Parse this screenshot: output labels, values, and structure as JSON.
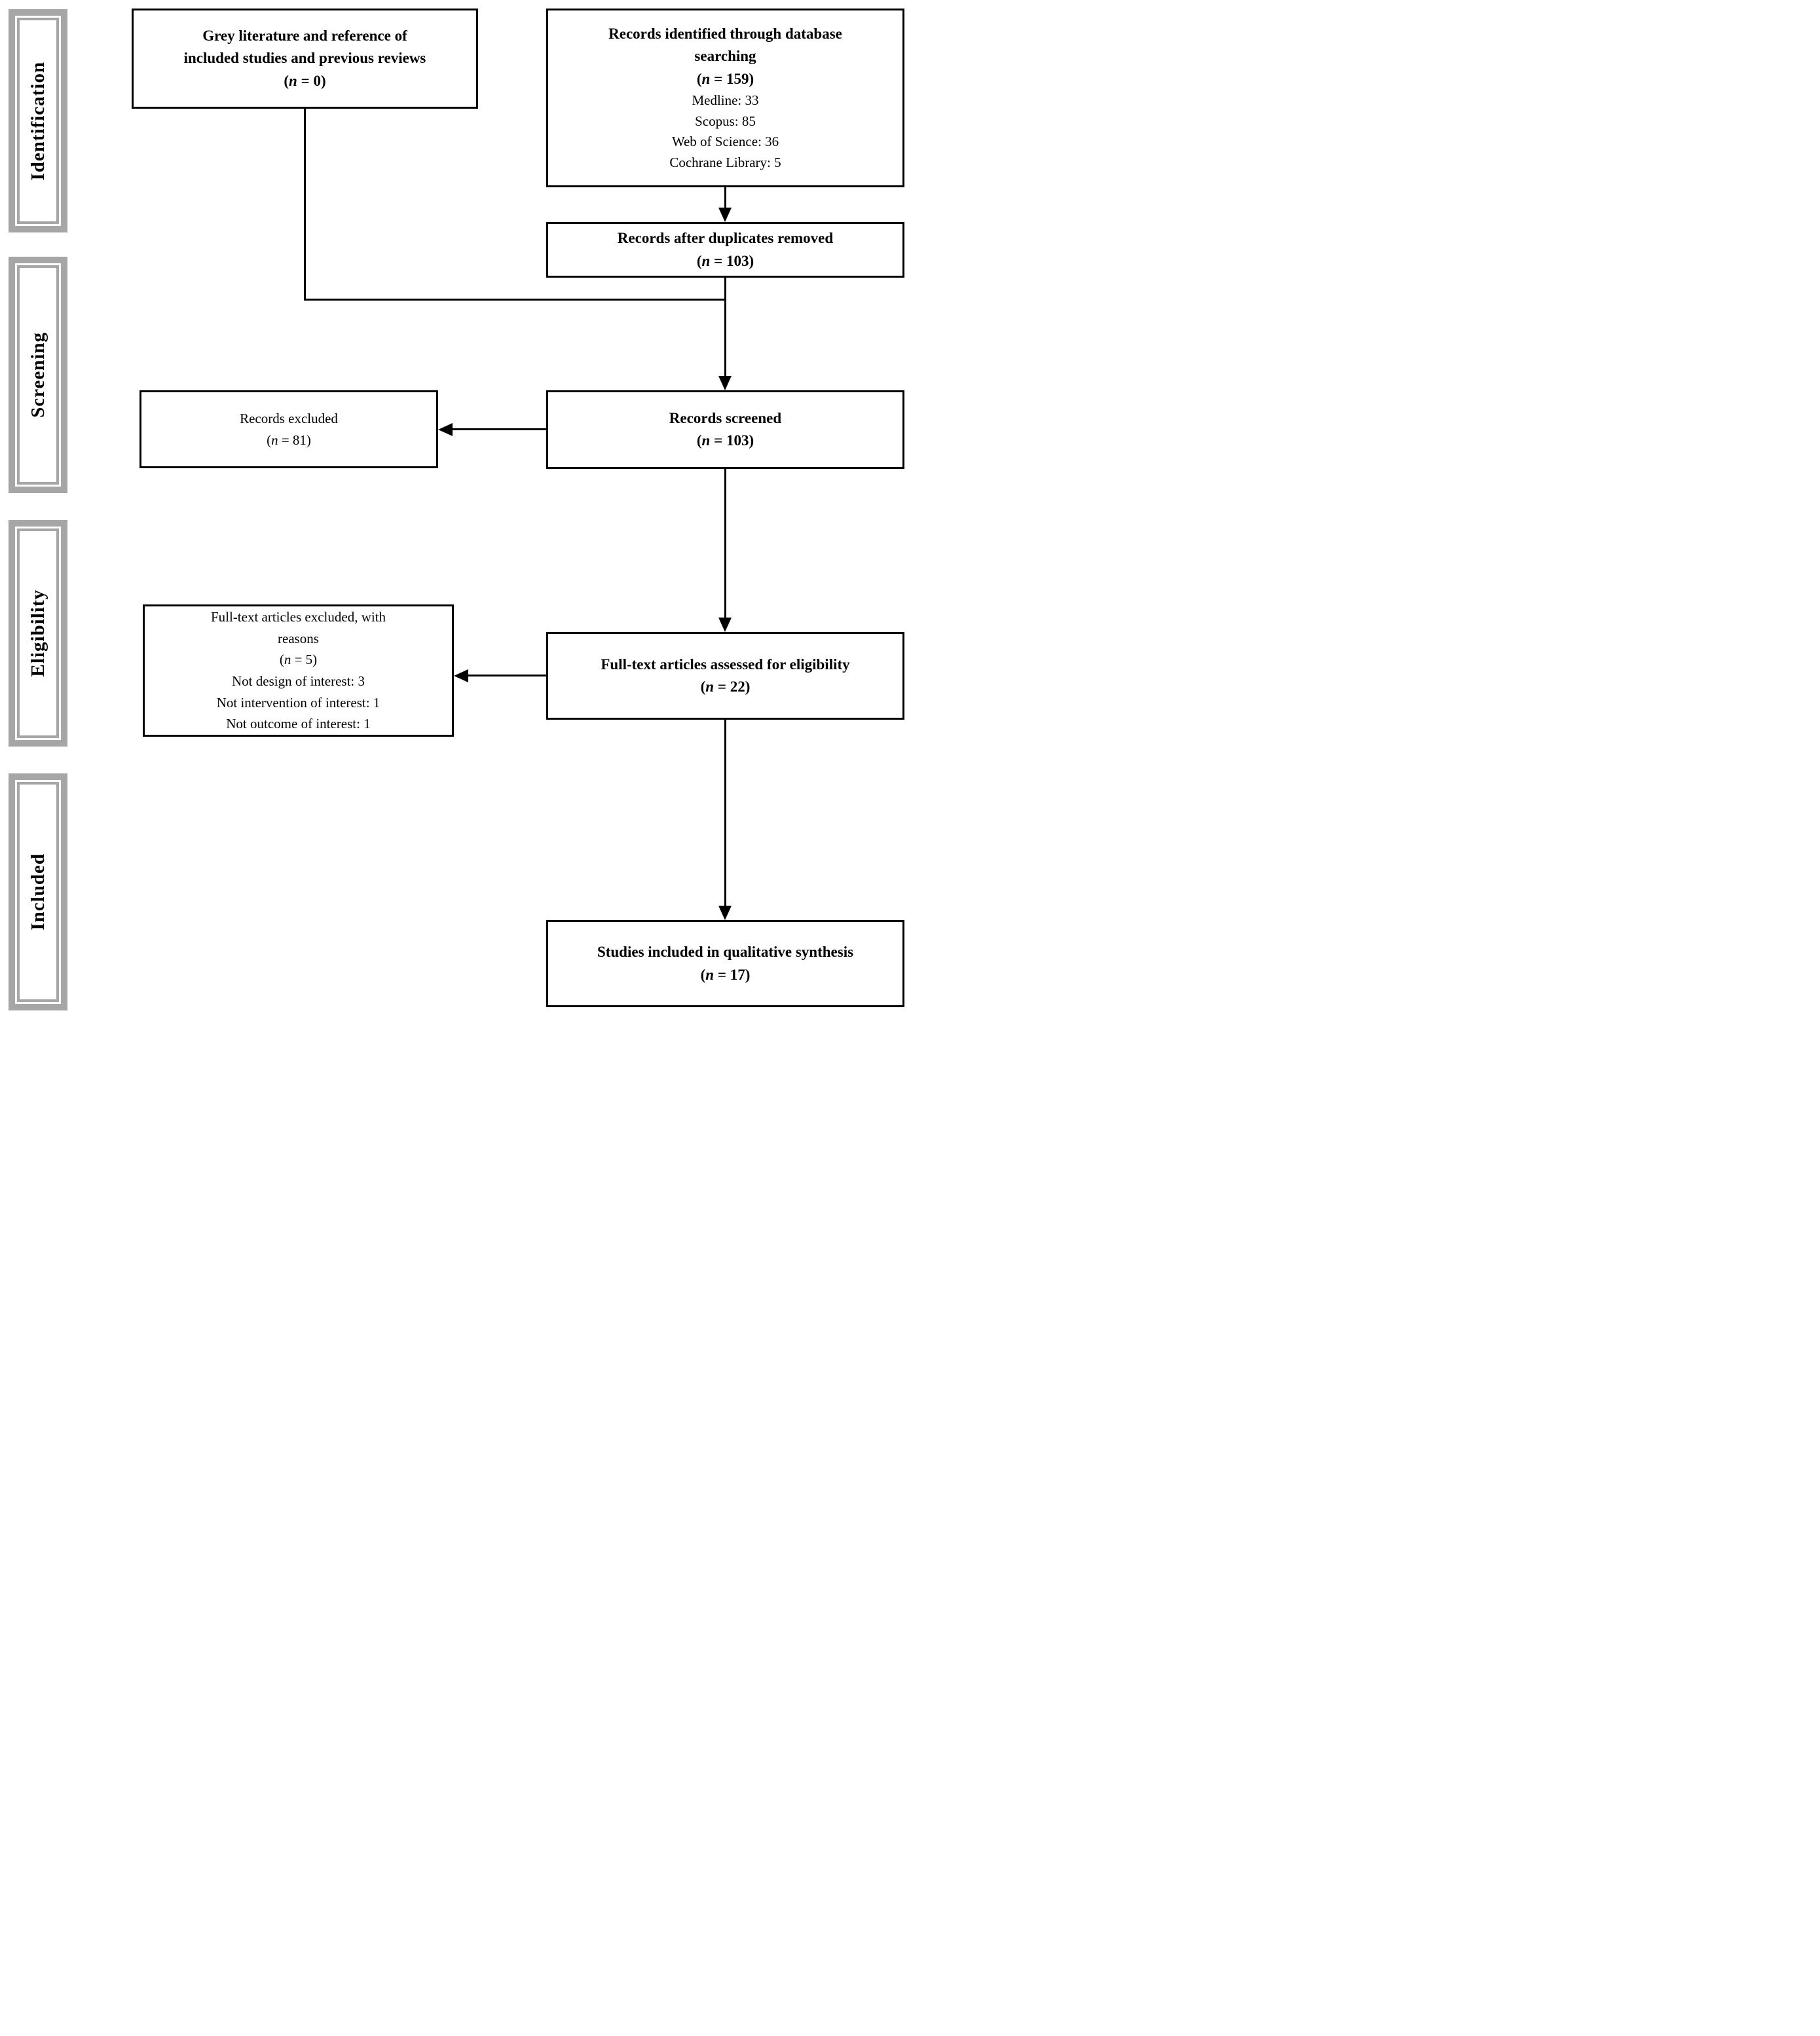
{
  "sidebar": {
    "labels": [
      "Identification",
      "Screening",
      "Eligibility",
      "Included"
    ]
  },
  "boxes": {
    "grey_literature": {
      "title_lines": [
        "Grey literature and reference of",
        "included studies and previous reviews"
      ],
      "n_line": "(n = 0)"
    },
    "database_records": {
      "title_lines": [
        "Records identified through database",
        "searching"
      ],
      "n_line": "(n = 159)",
      "details": [
        "Medline: 33",
        "Scopus: 85",
        "Web of Science: 36",
        "Cochrane Library: 5"
      ]
    },
    "after_duplicates": {
      "title_lines": [
        "Records after duplicates removed"
      ],
      "n_line": "(n = 103)"
    },
    "records_excluded": {
      "title_lines": [
        "Records excluded"
      ],
      "n_line": "(n = 81)"
    },
    "records_screened": {
      "title_lines": [
        "Records screened"
      ],
      "n_line": "(n = 103)"
    },
    "fulltext_excluded": {
      "title_lines": [
        "Full-text articles excluded, with",
        "reasons"
      ],
      "n_line": "(n = 5)",
      "details": [
        "Not design of interest: 3",
        "Not intervention of interest: 1",
        "Not outcome of interest: 1"
      ]
    },
    "fulltext_assessed": {
      "title_lines": [
        "Full-text articles assessed for eligibility"
      ],
      "n_line": "(n = 22)"
    },
    "qualitative_synthesis": {
      "title_lines": [
        "Studies included in qualitative synthesis"
      ],
      "n_line": "(n = 17)"
    }
  },
  "colors": {
    "stage_frame_grey": "#a6a6a6",
    "line_black": "#000000",
    "background": "#ffffff"
  }
}
